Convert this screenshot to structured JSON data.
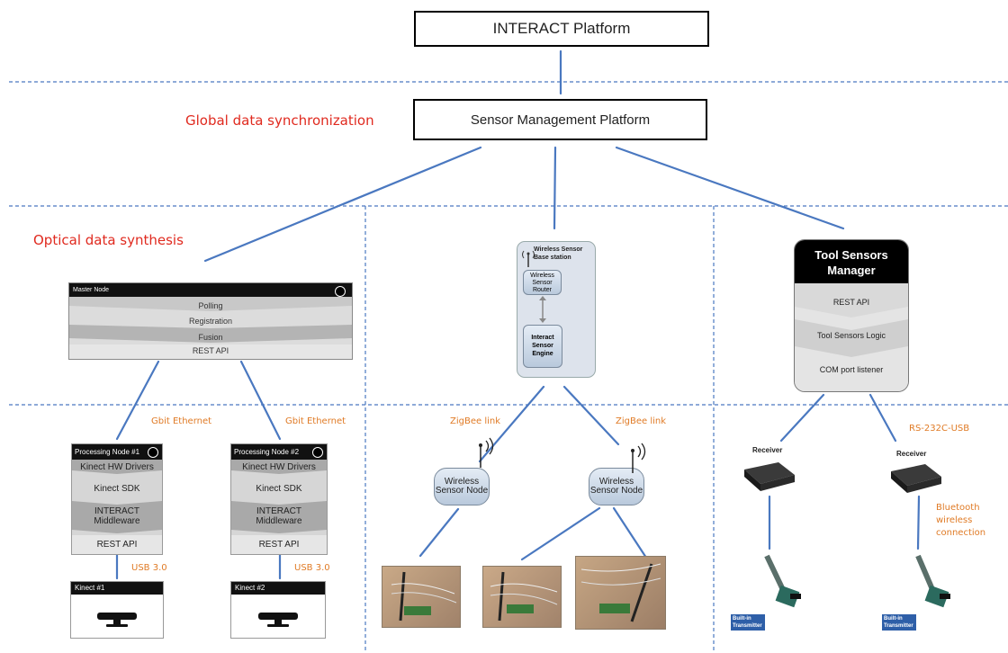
{
  "top": {
    "interact_platform": "INTERACT Platform",
    "sensor_management": "Sensor Management Platform",
    "global_sync": "Global data synchronization",
    "optical_synthesis": "Optical data synthesis"
  },
  "master_node": {
    "title": "Master Node",
    "layers": [
      "Polling",
      "Registration",
      "Fusion",
      "REST API"
    ]
  },
  "links": {
    "gbit1": "Gbit Ethernet",
    "gbit2": "Gbit Ethernet",
    "usb1": "USB 3.0",
    "usb2": "USB 3.0",
    "zigbee1": "ZigBee link",
    "zigbee2": "ZigBee link",
    "rs232": "RS-232C-USB",
    "bluetooth": "Bluetooth wireless connection"
  },
  "processing_nodes": [
    {
      "title": "Processing Node #1",
      "rows": [
        "Kinect HW Drivers",
        "Kinect SDK",
        "INTERACT Middleware",
        "REST API"
      ]
    },
    {
      "title": "Processing Node #2",
      "rows": [
        "Kinect HW Drivers",
        "Kinect SDK",
        "INTERACT Middleware",
        "REST API"
      ]
    }
  ],
  "kinects": [
    "Kinect #1",
    "Kinect #2"
  ],
  "wireless": {
    "base_title": "Wireless Sensor Base station",
    "router": "Wireless Sensor Router",
    "engine": "Interact Sensor Engine",
    "node1": "Wireless Sensor Node",
    "node2": "Wireless Sensor Node"
  },
  "tool_sensors": {
    "title": "Tool Sensors Manager",
    "sections": [
      "REST API",
      "Tool Sensors Logic",
      "COM port listener"
    ],
    "receiver1": "Receiver",
    "receiver2": "Receiver",
    "transmitter1": "Built-in Transmitter",
    "transmitter2": "Built-in Transmitter"
  },
  "colors": {
    "line_blue": "#4a78c0",
    "dash_blue": "#4a78c0",
    "red_text": "#e02a1f",
    "orange_text": "#e07b26"
  }
}
